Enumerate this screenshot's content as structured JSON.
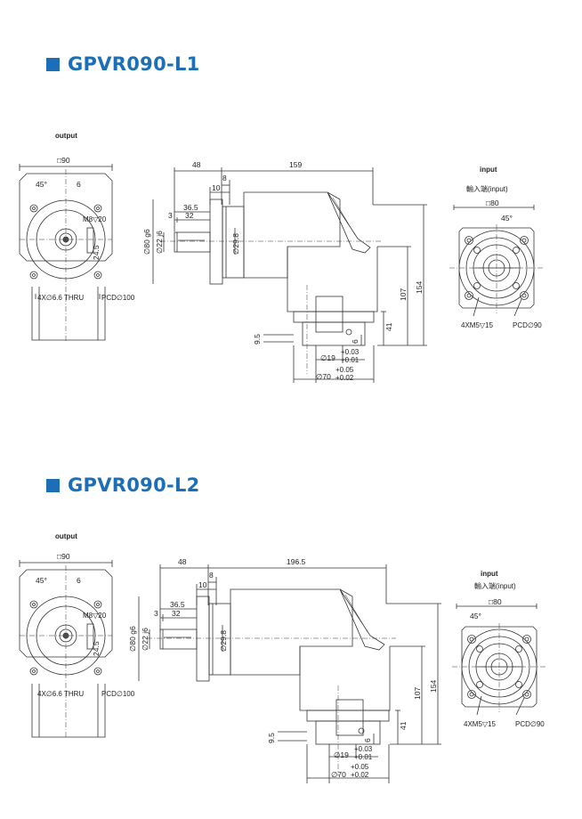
{
  "models": [
    {
      "title": "GPVR090-L1",
      "output_label": "output",
      "input_label": "input",
      "input_sub_label": "輸入端(input)",
      "dims": {
        "square_out": "□90",
        "angle_out": "45°",
        "six": "6",
        "tap": "M8▽20",
        "d245": "24.5",
        "holes": "4X∅6.6 THRU",
        "pcd_out": "PCD∅100",
        "len48": "48",
        "len_total": "159",
        "len8": "8",
        "len10": "10",
        "len365": "36.5",
        "len3": "3",
        "len32": "32",
        "dia_g6": "∅80 g6",
        "dia_j6": "∅22 j6",
        "dia298": "∅29.8",
        "h107": "107",
        "h154": "154",
        "h41": "41",
        "h95": "9.5",
        "h6": "6",
        "tol1": "+0.03",
        "tol2": "+0.01",
        "dia19": "∅19",
        "tol3": "+0.05",
        "tol4": "+0.02",
        "dia70": "∅70",
        "square_in": "□80",
        "angle_in": "45°",
        "m5": "4XM5▽15",
        "pcd_in": "PCD∅90"
      }
    },
    {
      "title": "GPVR090-L2",
      "output_label": "output",
      "input_label": "input",
      "input_sub_label": "輸入端(input)",
      "dims": {
        "square_out": "□90",
        "angle_out": "45°",
        "six": "6",
        "tap": "M8▽20",
        "d245": "24.5",
        "holes": "4X∅6.6 THRU",
        "pcd_out": "PCD∅100",
        "len48": "48",
        "len_total": "196.5",
        "len8": "8",
        "len10": "10",
        "len365": "36.5",
        "len3": "3",
        "len32": "32",
        "dia_g6": "∅80 g6",
        "dia_j6": "∅22 j6",
        "dia298": "∅29.8",
        "h107": "107",
        "h154": "154",
        "h41": "41",
        "h95": "9.5",
        "h6": "6",
        "tol1": "+0.03",
        "tol2": "+0.01",
        "dia19": "∅19",
        "tol3": "+0.05",
        "tol4": "+0.02",
        "dia70": "∅70",
        "square_in": "□80",
        "angle_in": "45°",
        "m5": "4XM5▽15",
        "pcd_in": "PCD∅90"
      }
    }
  ]
}
